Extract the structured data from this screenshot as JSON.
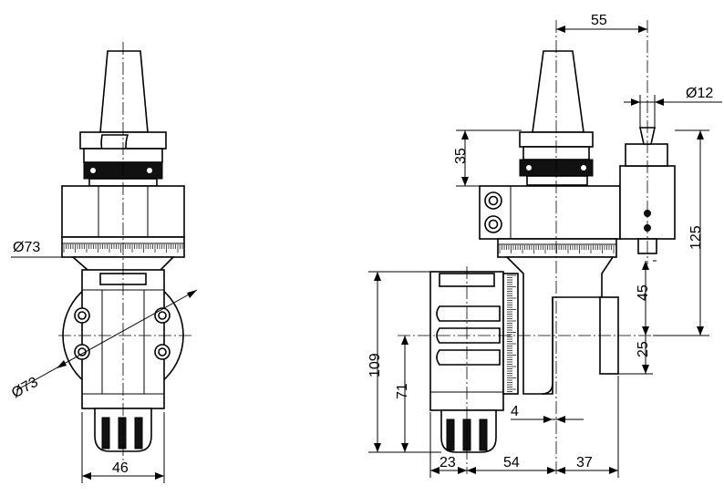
{
  "drawing": {
    "front_view": {
      "dim_phi73_top": "Ø73",
      "dim_phi73_side": "Ø73",
      "dim_46": "46"
    },
    "side_view": {
      "dim_55": "55",
      "dim_phi12": "Ø12",
      "dim_35": "35",
      "dim_125": "125",
      "dim_45": "45",
      "dim_25": "25",
      "dim_109": "109",
      "dim_71": "71",
      "dim_4": "4",
      "dim_23": "23",
      "dim_54": "54",
      "dim_37": "37"
    }
  }
}
